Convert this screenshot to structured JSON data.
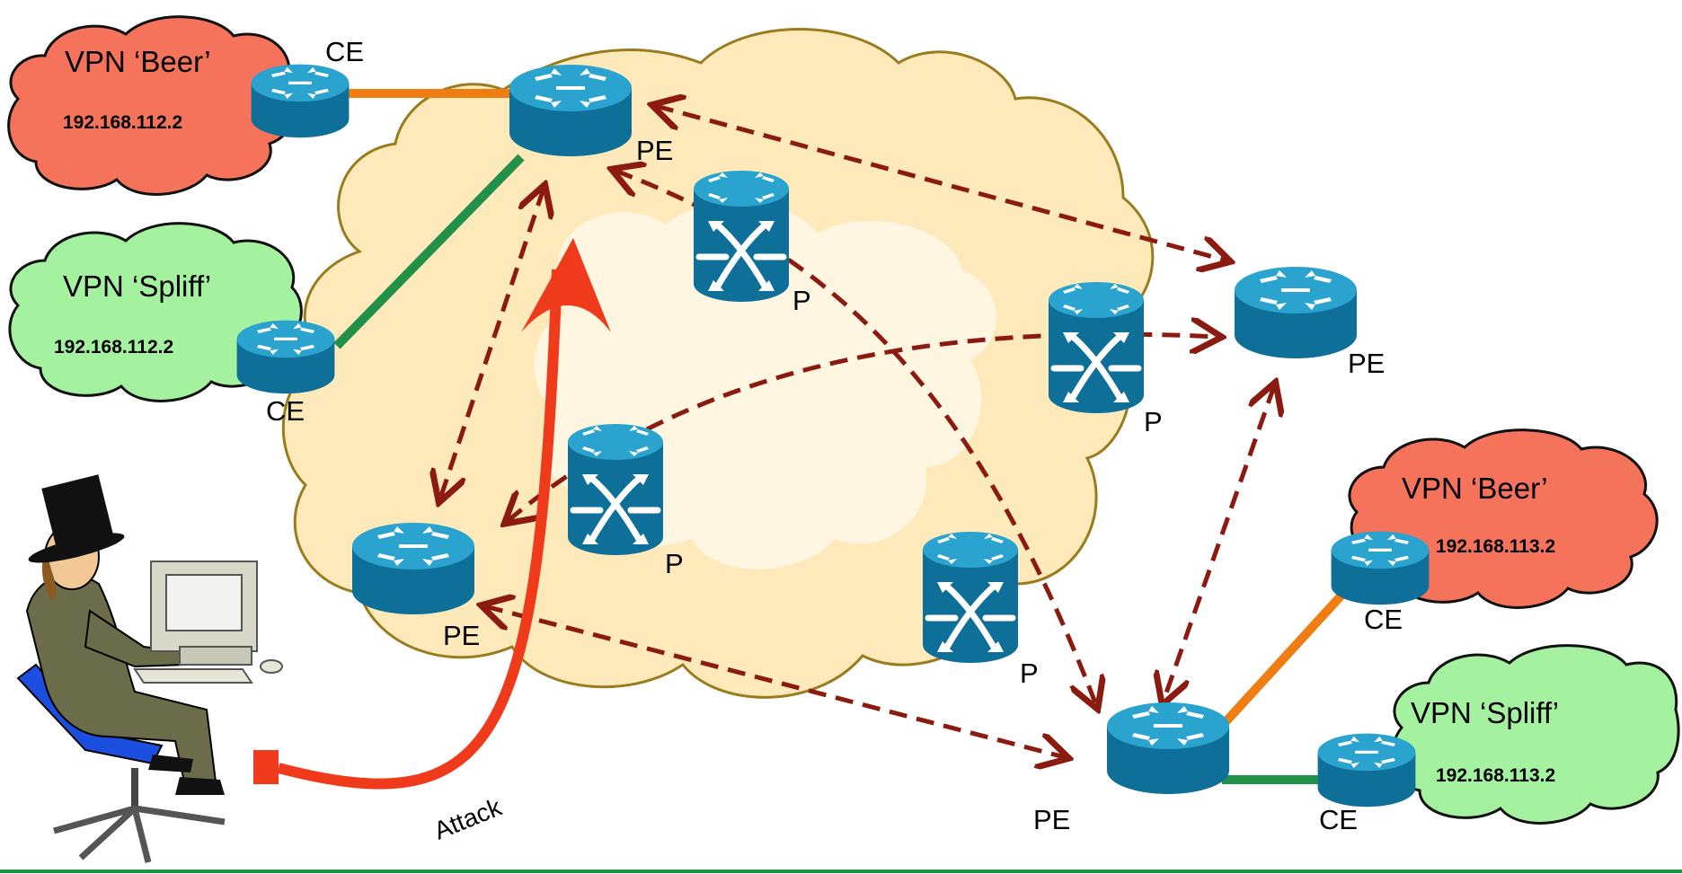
{
  "labels": {
    "pe": "PE",
    "p": "P",
    "ce": "CE",
    "attack": "Attack"
  },
  "vpns": [
    {
      "name": "VPN ‘Beer’",
      "ip": "192.168.112.2"
    },
    {
      "name": "VPN ‘Spliff’",
      "ip": "192.168.112.2"
    },
    {
      "name": "VPN ‘Beer’",
      "ip": "192.168.113.2"
    },
    {
      "name": "VPN ‘Spliff’",
      "ip": "192.168.113.2"
    }
  ],
  "colors": {
    "cloud": "#fde9b9",
    "cloud_inner": "#fff6e2",
    "cloud_border": "#9a7b1e",
    "beer": "#f5735a",
    "spliff": "#a4f2a0",
    "router": "#1a8ab8",
    "link_beer": "#ef7d12",
    "link_spliff": "#21914a",
    "lsp": "#8b1a10",
    "attack": "#f03a1c",
    "footer_line": "#21914a"
  }
}
